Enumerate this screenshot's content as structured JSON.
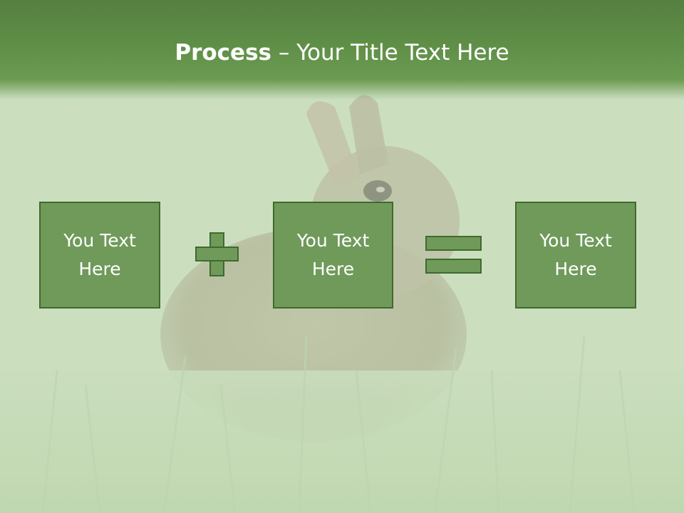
{
  "slide": {
    "title_bold": "Process",
    "title_rest": " – Your Title Text Here",
    "boxes": [
      {
        "line1": "You Text",
        "line2": "Here"
      },
      {
        "line1": "You Text",
        "line2": "Here"
      },
      {
        "line1": "You Text",
        "line2": "Here"
      }
    ],
    "operators": [
      "plus-icon",
      "equals-icon"
    ]
  },
  "colors": {
    "title_band": "#5f8f47",
    "box_fill": "#6f9a5a",
    "box_border": "#3f6a2e",
    "text": "#ffffff"
  },
  "background": "rabbit-in-grass-photo"
}
